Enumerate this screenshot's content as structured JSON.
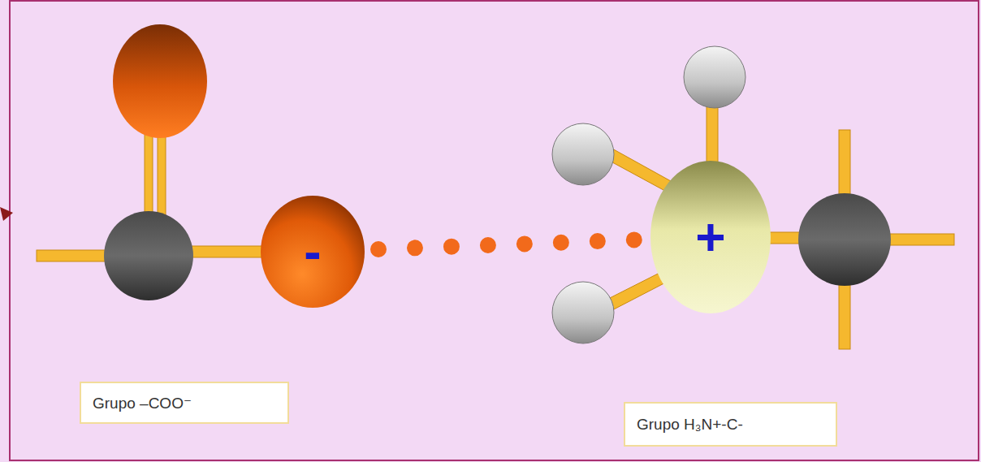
{
  "diagram": {
    "nodes": [
      {
        "text": [
          "-"
        ]
      },
      {
        "text": [
          "+"
        ]
      },
      {
        "text": [
          "Grupo –COO⁻"
        ]
      },
      {
        "text": [
          "Grupo H₃N+-C-"
        ]
      }
    ],
    "edges": [
      {
        "from": 0,
        "to": 1,
        "arrow": "none"
      }
    ]
  }
}
